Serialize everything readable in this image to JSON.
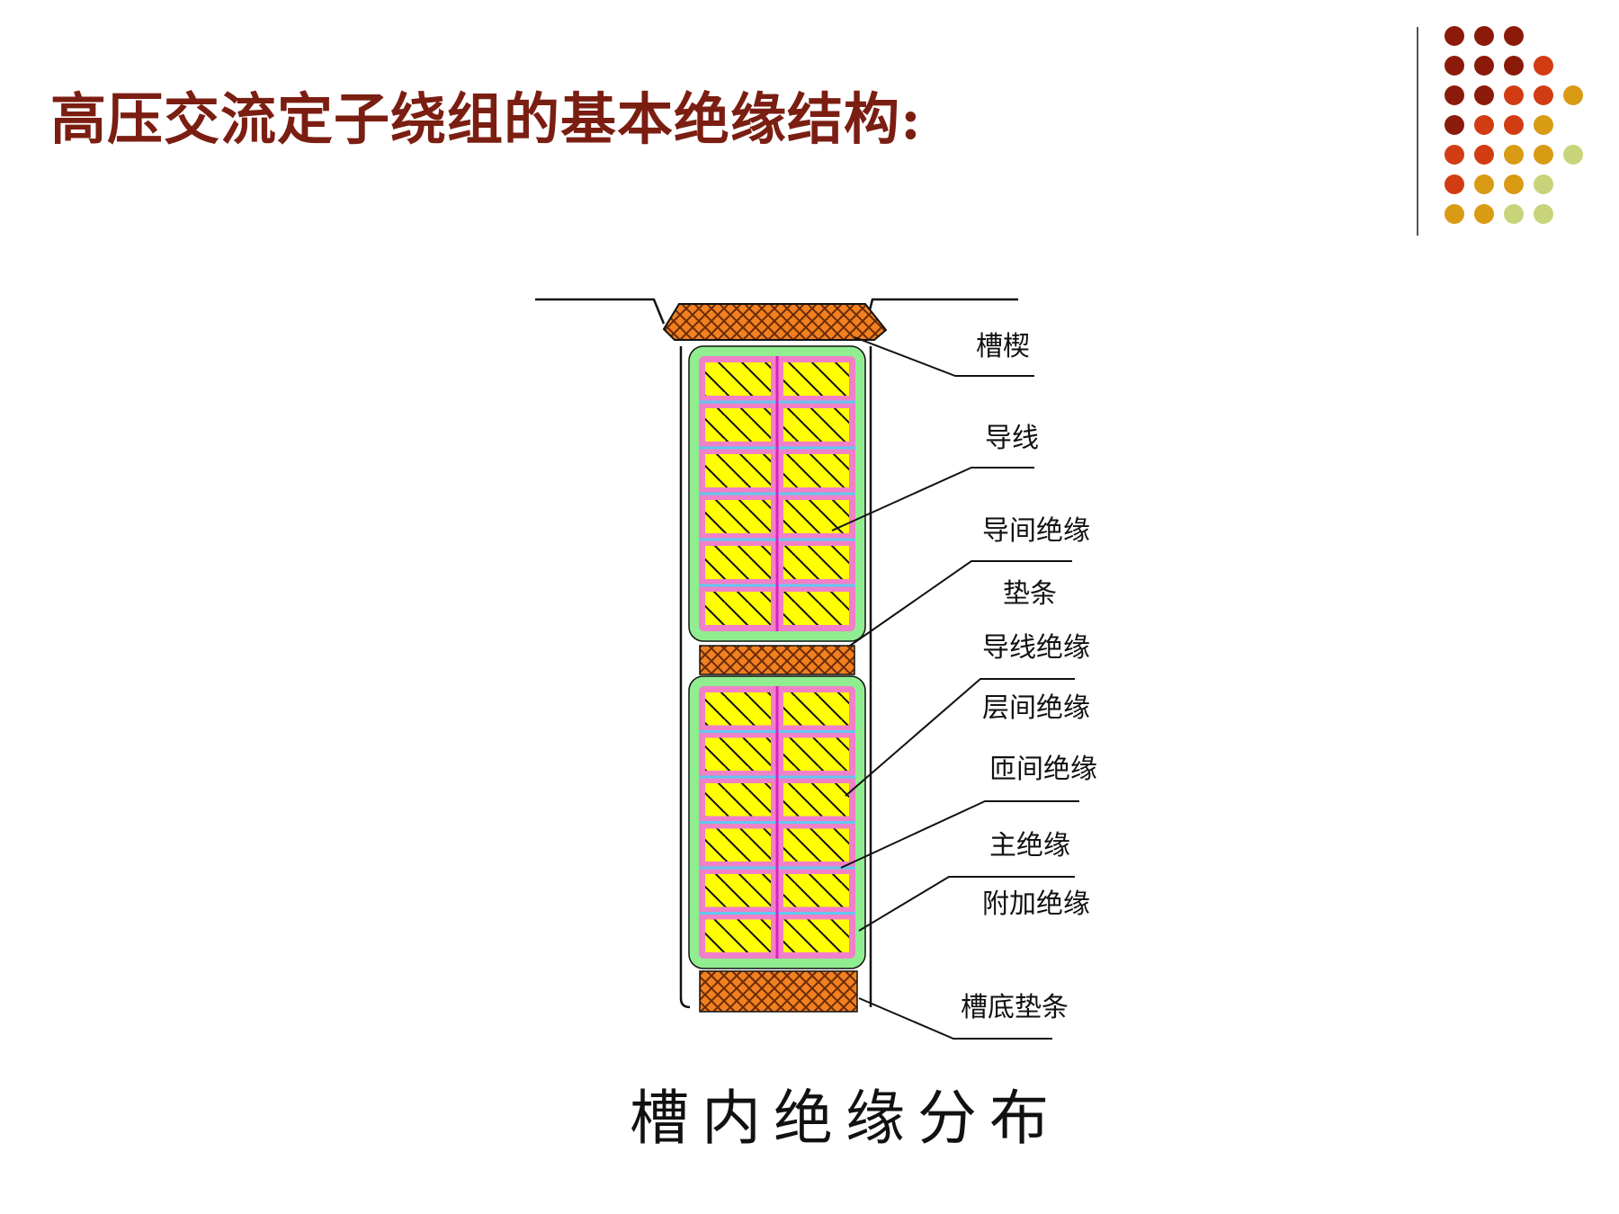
{
  "slide": {
    "title": "高压交流定子绕组的基本绝缘结构:",
    "caption": "槽内绝缘分布"
  },
  "diagram": {
    "labels": {
      "wedge": "槽楔",
      "conductor": "导线",
      "strand_insulation": "导间绝缘",
      "spacer": "垫条",
      "conductor_insulation": "导线绝缘",
      "interlayer_insulation": "层间绝缘",
      "turn_insulation": "匝间绝缘",
      "main_insulation": "主绝缘",
      "protective_insulation": "附加绝缘",
      "slot_bottom_spacer": "槽底垫条"
    },
    "colors": {
      "wedge_orange": "#f08020",
      "wedge_hatch": "#6a2a06",
      "conductor_yellow": "#ffff00",
      "strand_pink": "#f080c8",
      "turn_magenta": "#e020c0",
      "turn_cyan": "#60c8f0",
      "main_green": "#90ee90",
      "title_red": "#7b1e12"
    },
    "coils": 2,
    "rows_per_coil": 6,
    "strands_per_row": 2
  },
  "decoration": {
    "dot_colors": [
      "#8b1a0a",
      "#d23c12",
      "#d99a14",
      "#c8d47a"
    ]
  }
}
